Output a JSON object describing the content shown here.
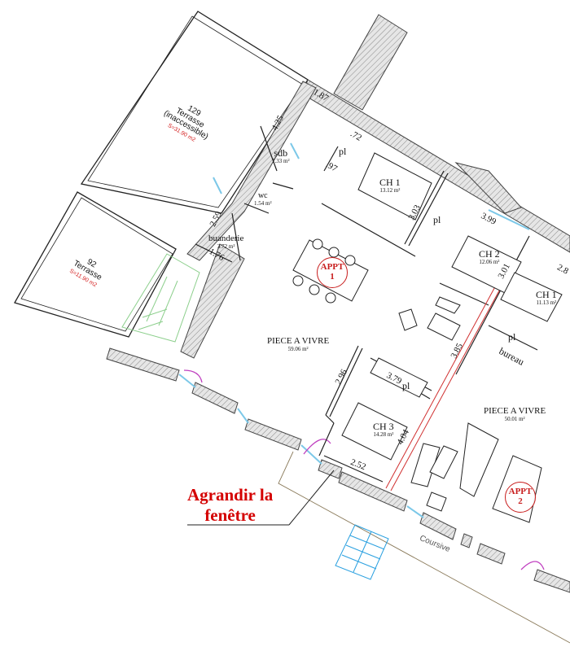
{
  "plan": {
    "terraces": [
      {
        "number": "129",
        "name": "Terrasse",
        "note": "(inaccessible)",
        "surface": "S=31.90 m2"
      },
      {
        "number": "92",
        "name": "Terrasse",
        "surface": "S=11.90 m2"
      }
    ],
    "rooms": [
      {
        "name": "sdb",
        "area": "7.33 m²"
      },
      {
        "name": "wc",
        "area": "1.54 m²"
      },
      {
        "name": "buanderie",
        "area": "3.72 m²"
      },
      {
        "name": "CH 1",
        "area": "13.12 m²"
      },
      {
        "name": "CH 2",
        "area": "12.06 m²"
      },
      {
        "name": "CH 1",
        "area": "11.13 m²"
      },
      {
        "name": "PIECE A VIVRE",
        "area": "59.06 m²"
      },
      {
        "name": "CH 3",
        "area": "14.28 m²"
      },
      {
        "name": "PIECE A VIVRE",
        "area": "50.01 m²"
      },
      {
        "name": "bureau"
      }
    ],
    "closets": [
      "pl",
      "pl",
      "pl",
      "pl"
    ],
    "dimensions": [
      "1.87",
      "4.25",
      ".72",
      ".97",
      "2.59",
      "1.76",
      "3.03",
      "3.99",
      "3.01",
      "2.8",
      "3.85",
      "2.96",
      "3.79",
      "4.04",
      "2.52"
    ],
    "apartments": [
      {
        "label": "APPT",
        "number": "1"
      },
      {
        "label": "APPT",
        "number": "2"
      }
    ],
    "coursive": "Coursive",
    "callout": {
      "line1": "Agrandir la",
      "line2": "fenêtre"
    },
    "colors": {
      "wall_hatch": "#9a9a9a",
      "partition_red": "#d03030",
      "window_blue": "#7cc8e8",
      "door_magenta": "#c040c0",
      "stair_green": "#8ccf8c",
      "stair_blue": "#2aa0e0",
      "callout_red": "#d40000"
    }
  }
}
